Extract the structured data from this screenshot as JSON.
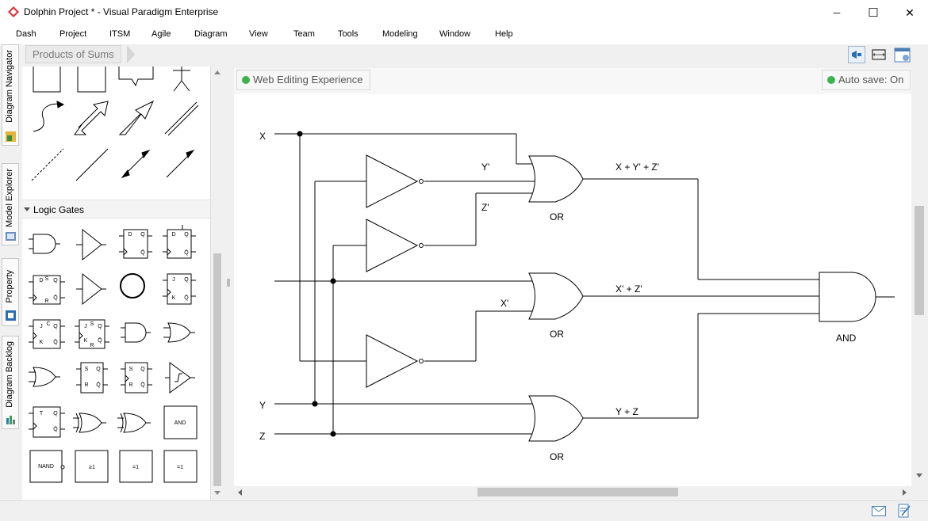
{
  "window": {
    "title": "Dolphin Project * - Visual Paradigm Enterprise",
    "minimize_glyph": "─",
    "maximize_glyph": "☐",
    "close_glyph": "✕"
  },
  "menu": [
    "Dash",
    "Project",
    "ITSM",
    "Agile",
    "Diagram",
    "View",
    "Team",
    "Tools",
    "Modeling",
    "Window",
    "Help"
  ],
  "side_tabs": [
    "Diagram Navigator",
    "Model Explorer",
    "Property",
    "Diagram Backlog"
  ],
  "breadcrumb": "Products of Sums",
  "palette": {
    "section_title": "Logic Gates",
    "small_labels": {
      "d": "D",
      "q": "Q",
      "qbar": "Q̄",
      "s": "S",
      "r": "R",
      "j": "J",
      "k": "K",
      "c": "C",
      "t": "T"
    },
    "box_labels": {
      "and": "AND",
      "nand": "NAND",
      "or1": "≥1",
      "eq1": "=1",
      "xor1": "=1"
    }
  },
  "badges": {
    "web_editing": "Web Editing Experience",
    "auto_save": "Auto save: On"
  },
  "diagram": {
    "inputs": {
      "x": "X",
      "y": "Y",
      "z": "Z"
    },
    "wire_labels": {
      "y_not": "Y'",
      "z_not": "Z'",
      "x_not": "X'"
    },
    "outputs": {
      "or1": "X + Y' + Z'",
      "or2": "X' + Z'",
      "or3": "Y + Z"
    },
    "gate_labels": {
      "or1": "OR",
      "or2": "OR",
      "or3": "OR",
      "and": "AND"
    }
  },
  "colors": {
    "status_green": "#3cb44b",
    "app_red": "#d9363e"
  }
}
